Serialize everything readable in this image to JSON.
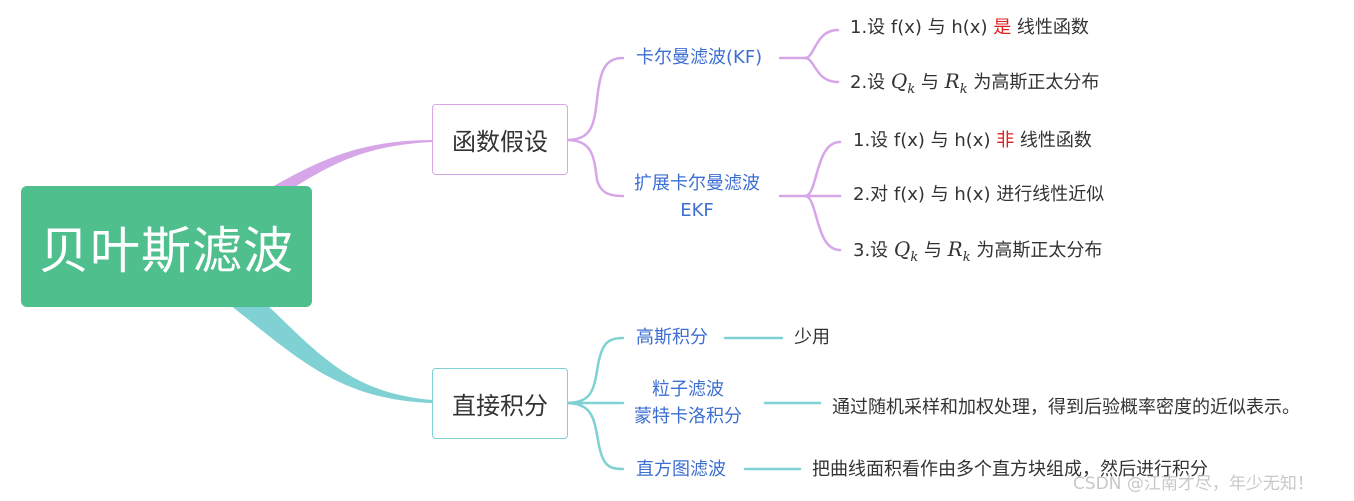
{
  "root": {
    "label": "贝叶斯滤波"
  },
  "branch1": {
    "label": "函数假设",
    "kf": {
      "label": "卡尔曼滤波(KF)",
      "items": [
        {
          "prefix": "1.设 f(x) 与 h(x) ",
          "highlight": "是",
          "suffix": " 线性函数"
        },
        {
          "prefix": "2.设 ",
          "q": "Q",
          "q_sub": "k",
          "mid": " 与 ",
          "r": "R",
          "r_sub": "k",
          "suffix": " 为高斯正太分布"
        }
      ]
    },
    "ekf": {
      "label_line1": "扩展卡尔曼滤波",
      "label_line2": "EKF",
      "items": [
        {
          "prefix": "1.设 f(x) 与 h(x) ",
          "highlight": "非",
          "suffix": " 线性函数"
        },
        {
          "text": "2.对 f(x) 与 h(x) 进行线性近似"
        },
        {
          "prefix": "3.设 ",
          "q": "Q",
          "q_sub": "k",
          "mid": " 与 ",
          "r": "R",
          "r_sub": "k",
          "suffix": " 为高斯正太分布"
        }
      ]
    }
  },
  "branch2": {
    "label": "直接积分",
    "items": [
      {
        "label": "高斯积分",
        "note": "少用"
      },
      {
        "label_line1": "粒子滤波",
        "label_line2": "蒙特卡洛积分",
        "note": "通过随机采样和加权处理，得到后验概率密度的近似表示。"
      },
      {
        "label": "直方图滤波",
        "note": "把曲线面积看作由多个直方块组成，然后进行积分"
      }
    ]
  },
  "watermark": "CSDN @江南才尽，年少无知！",
  "colors": {
    "root": "#4fc08d",
    "branch1": "#d7a6e8",
    "branch2": "#7fd1d3",
    "label": "#3d6fd2",
    "highlight": "#e02020"
  }
}
